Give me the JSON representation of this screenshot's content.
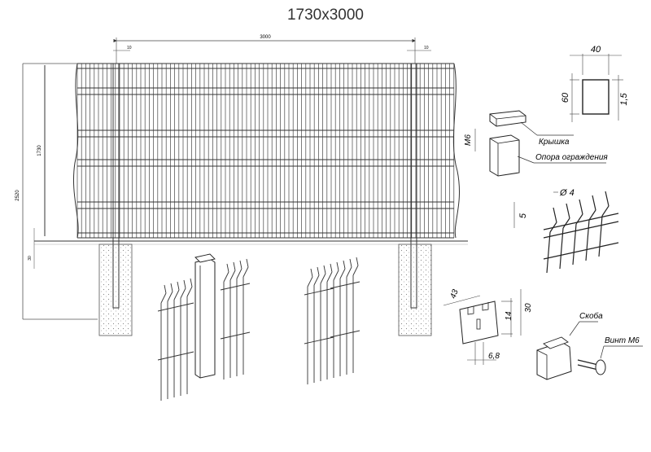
{
  "title": "1730x3000",
  "dims": {
    "span": "3000",
    "gap_left": "10",
    "gap_right": "10",
    "panel_height": "1730",
    "total_height": "2520",
    "below_ground": "30",
    "cap_width": "40",
    "cap_height": "60",
    "wall": "1,5",
    "bolt": "M6",
    "wire": "Ø 4",
    "wire_pitch": "5",
    "clamp_width": "43",
    "clamp_h1": "14",
    "clamp_h2": "30",
    "clamp_hole": "6,8"
  },
  "labels": {
    "cap": "Крышка",
    "post": "Опора ограждения",
    "bracket": "Скоба",
    "screw": "Винт М6"
  }
}
